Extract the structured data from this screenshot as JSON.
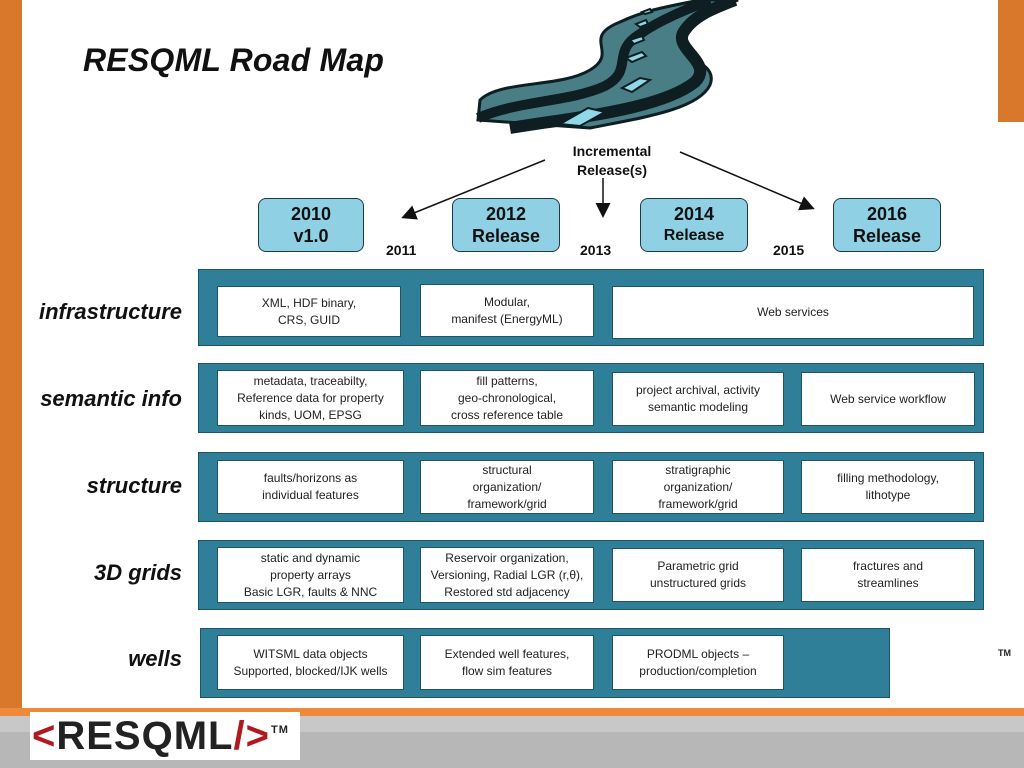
{
  "title": "RESQML Road Map",
  "incremental": "Incremental\nRelease(s)",
  "releases": [
    {
      "line1": "2010",
      "line2": "v1.0"
    },
    {
      "line1": "2012",
      "line2": "Release"
    },
    {
      "line1": "2014",
      "line2": "Release"
    },
    {
      "line1": "2016",
      "line2": "Release"
    }
  ],
  "years": [
    "2011",
    "2013",
    "2015"
  ],
  "rows": [
    {
      "label": "infrastructure",
      "cells": [
        "XML, HDF binary,\nCRS, GUID",
        "Modular,\nmanifest (EnergyML)",
        "Web services"
      ]
    },
    {
      "label": "semantic info",
      "cells": [
        "metadata, traceabilty,\nReference data for property\nkinds, UOM, EPSG",
        "fill patterns,\ngeo-chronological,\ncross reference table",
        "project archival, activity\nsemantic modeling",
        "Web service workflow"
      ]
    },
    {
      "label": "structure",
      "cells": [
        "faults/horizons as\nindividual features",
        "structural\norganization/\nframework/grid",
        "stratigraphic\norganization/\nframework/grid",
        "filling methodology,\nlithotype"
      ]
    },
    {
      "label": "3D grids",
      "cells": [
        "static and dynamic\nproperty arrays\nBasic LGR, faults & NNC",
        "Reservoir organization,\nVersioning, Radial LGR (r,θ),\nRestored std adjacency",
        "Parametric grid\nunstructured grids",
        "fractures and\nstreamlines"
      ]
    },
    {
      "label": "wells",
      "cells": [
        "WITSML data objects\nSupported, blocked/IJK wells",
        "Extended well features,\nflow sim features",
        "PRODML objects –\nproduction/completion"
      ]
    }
  ],
  "logo": {
    "open": "<",
    "name": "RESQML",
    "close": "/>",
    "tm": "TM"
  },
  "tm_right": "TM",
  "colors": {
    "band": "#2f7f98",
    "release_box": "#8fd0e4",
    "accent_orange": "#d9772a",
    "logo_red": "#b0191e"
  }
}
